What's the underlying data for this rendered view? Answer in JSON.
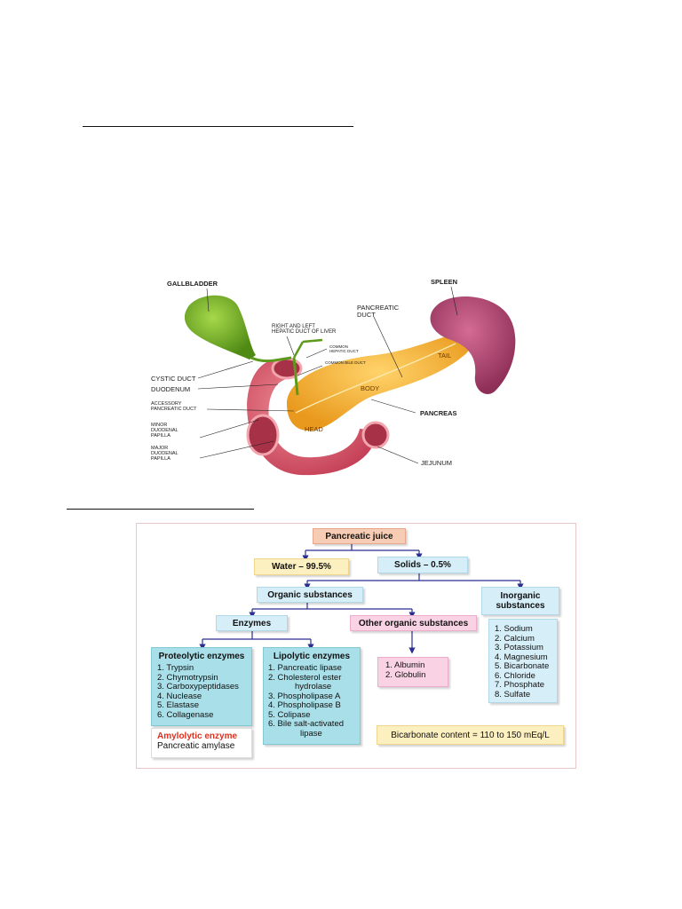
{
  "anatomy": {
    "labels": {
      "gallbladder": "GALLBLADDER",
      "spleen": "SPLEEN",
      "pancreatic_duct": "PANCREATIC\nDUCT",
      "hepatic_duct": "RIGHT AND LEFT\nHEPATIC DUCT OF LIVER",
      "common_hepatic": "COMMON\nHEPATIC DUCT",
      "common_bile": "COMMON BILE DUCT",
      "cystic_duct": "CYSTIC DUCT",
      "duodenum": "DUODENUM",
      "accessory_duct": "ACCESSORY\nPANCREATIC DUCT",
      "minor_papilla": "MINOR\nDUODENAL\nPAPILLA",
      "major_papilla": "MAJOR\nDUODENAL\nPAPILLA",
      "tail": "TAIL",
      "body": "BODY",
      "head": "HEAD",
      "pancreas": "PANCREAS",
      "jejunum": "JEJUNUM"
    },
    "colors": {
      "pancreas": "#f3b63f",
      "gallbladder": "#7dbb2a",
      "spleen": "#b3466e",
      "duodenum": "#d9546a"
    }
  },
  "flowchart": {
    "root": "Pancreatic juice",
    "water": "Water – 99.5%",
    "solids": "Solids – 0.5%",
    "organic": "Organic substances",
    "inorganic": "Inorganic\nsubstances",
    "enzymes": "Enzymes",
    "other_organic": "Other organic substances",
    "proteolytic": {
      "title": "Proteolytic enzymes",
      "items": [
        "1. Trypsin",
        "2. Chymotrypsin",
        "3. Carboxypeptidases",
        "4. Nuclease",
        "5. Elastase",
        "6. Collagenase"
      ]
    },
    "lipolytic": {
      "title": "Lipolytic enzymes",
      "items": [
        "1. Pancreatic lipase",
        "2. Cholesterol ester",
        "hydrolase",
        "3. Phospholipase A",
        "4. Phospholipase B",
        "5. Colipase",
        "6. Bile salt-activated",
        "lipase"
      ]
    },
    "other_items": [
      "1. Albumin",
      "2. Globulin"
    ],
    "inorganic_items": [
      "1. Sodium",
      "2. Calcium",
      "3. Potassium",
      "4. Magnesium",
      "5. Bicarbonate",
      "6. Chloride",
      "7. Phosphate",
      "8. Sulfate"
    ],
    "amylolytic_title": "Amylolytic  enzyme",
    "amylolytic_value": "Pancreatic amylase",
    "bicarbonate": "Bicarbonate content = 110 to 150 mEq/L",
    "colors": {
      "arrow": "#2b2f8f",
      "amylolytic": "#e0301e"
    }
  }
}
